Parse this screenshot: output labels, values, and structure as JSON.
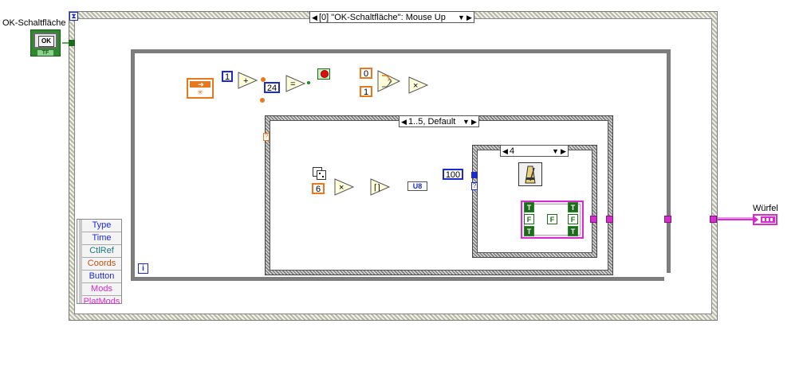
{
  "controls": {
    "ok_button_label": "OK-Schaltfläche",
    "ok_button_text": "OK",
    "ok_button_type": "TF",
    "indicator_label": "Würfel"
  },
  "event_structure": {
    "selector_text": "[0] \"OK-Schaltfläche\": Mouse Up",
    "timeout_icon": "hourglass-icon",
    "event_data_items": [
      "Type",
      "Time",
      "CtlRef",
      "Coords",
      "Button",
      "Mods",
      "PlatMods"
    ]
  },
  "while_loop": {
    "iteration_terminal": "i"
  },
  "outer_diagram": {
    "const_1": "1",
    "const_24": "24",
    "const_0": "0",
    "const_1b": "1",
    "add_glyph": "+",
    "equal_glyph": "=",
    "multiply_glyph": "×",
    "select_glyph": "?"
  },
  "case_outer": {
    "selector_text": "1..5, Default"
  },
  "case_inner_code": {
    "const_6": "6",
    "const_100": "100",
    "convert_label": "U8",
    "multiply_glyph": "×"
  },
  "case_inner": {
    "selector_text": "4"
  },
  "bool_cluster": {
    "values": [
      "T",
      "F",
      "T",
      "F",
      "T",
      "F",
      "T"
    ]
  },
  "colors": {
    "integer_wire": "#1c2bd0",
    "double_wire": "#e8781e",
    "bool_wire": "#1e8a1e",
    "cluster_wire": "#d82bd0"
  }
}
